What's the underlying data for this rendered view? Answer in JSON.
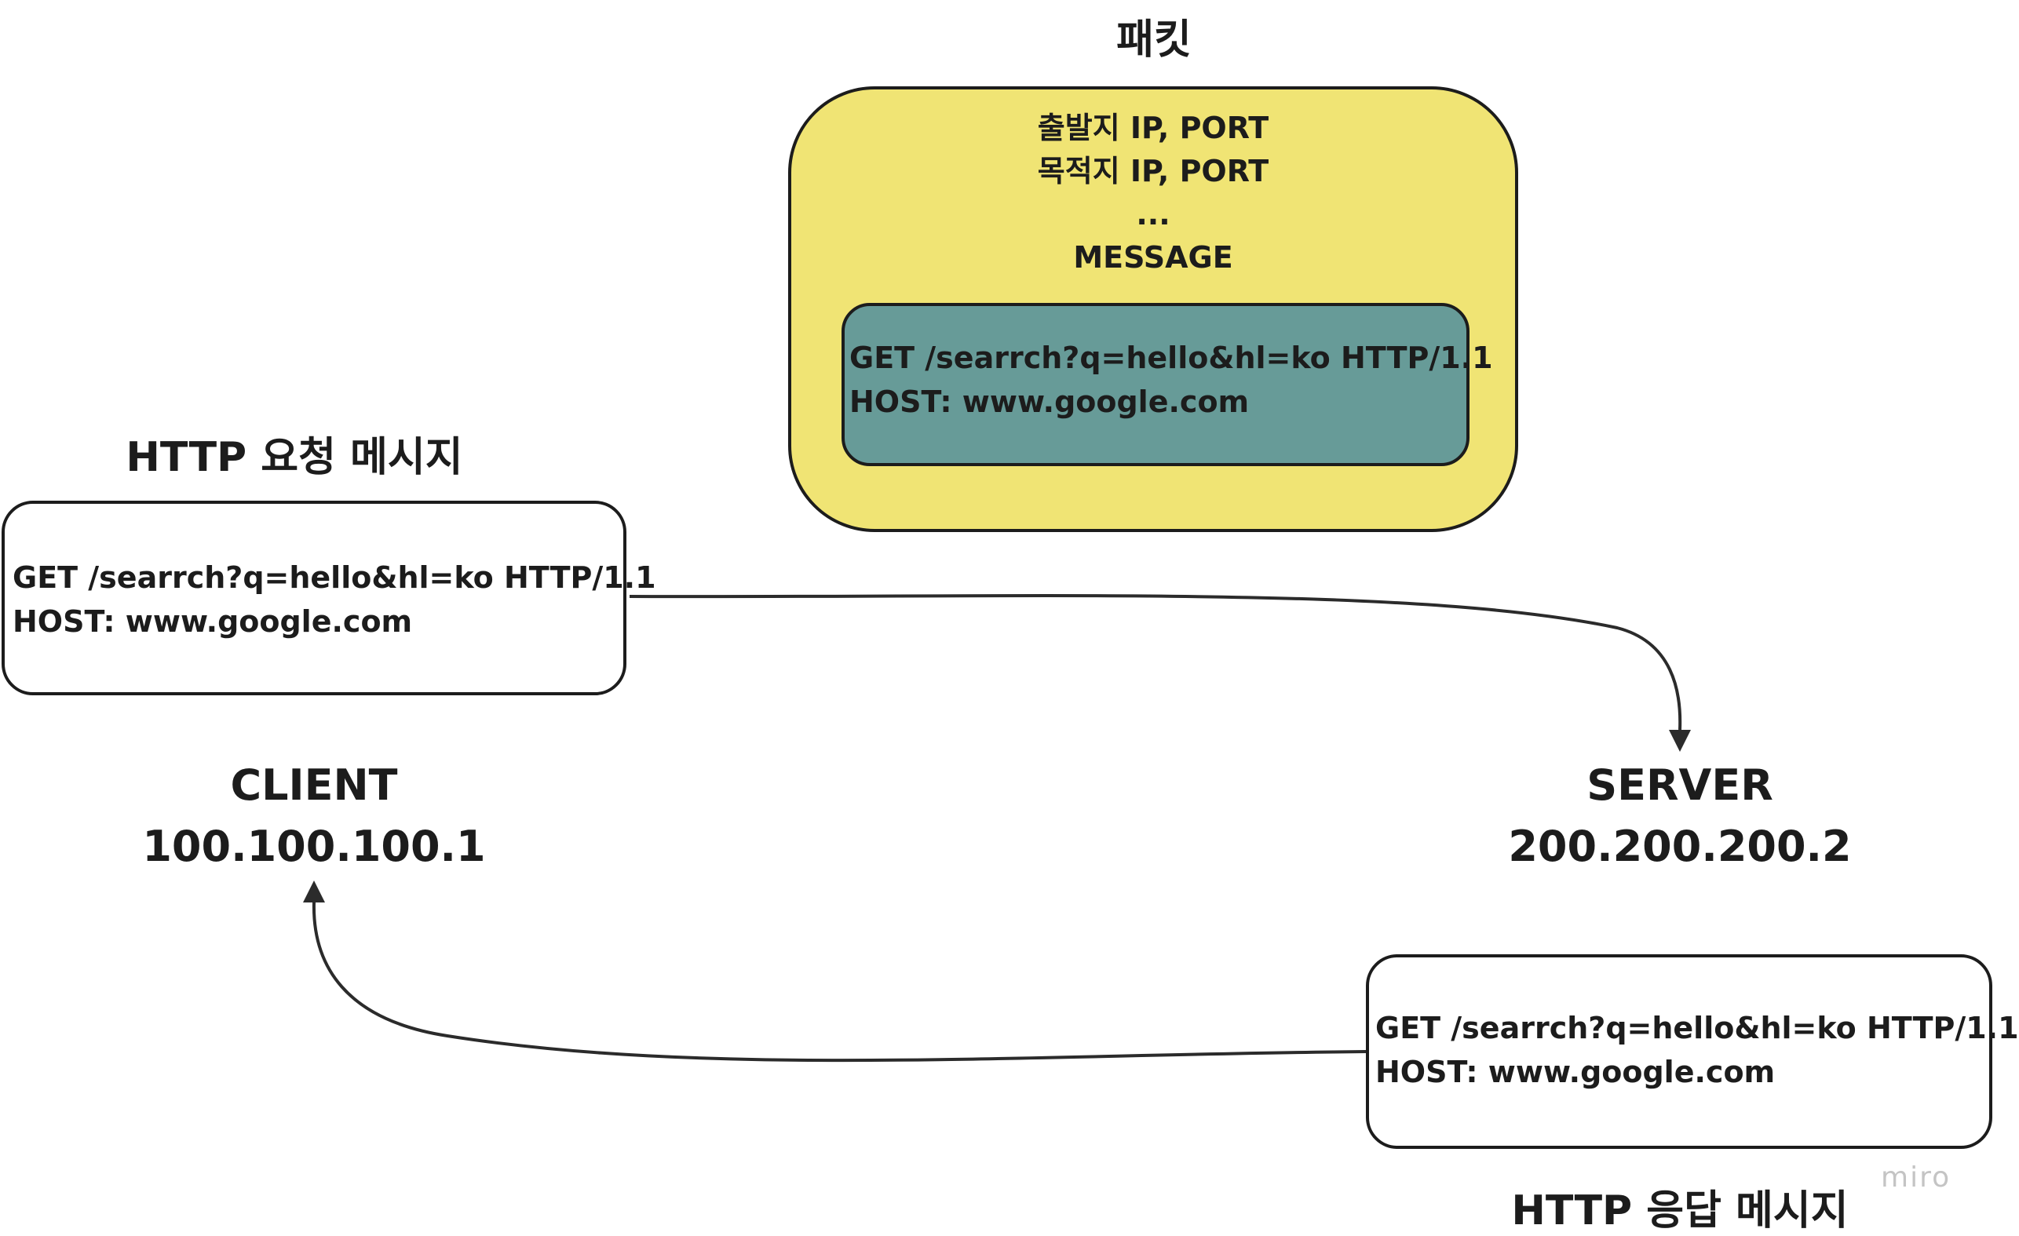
{
  "packet": {
    "title": "패킷",
    "header_lines": [
      "출발지 IP, PORT",
      "목적지 IP, PORT",
      "...",
      "MESSAGE"
    ],
    "message_lines": [
      "GET /searrch?q=hello&hl=ko HTTP/1.1",
      "HOST: www.google.com"
    ],
    "colors": {
      "outer": "#f0e474",
      "inner": "#679b98"
    }
  },
  "request": {
    "title": "HTTP 요청 메시지",
    "lines": [
      "GET /searrch?q=hello&hl=ko HTTP/1.1",
      "HOST: www.google.com"
    ]
  },
  "response": {
    "title": "HTTP 응답 메시지",
    "lines": [
      "GET /searrch?q=hello&hl=ko HTTP/1.1",
      "HOST: www.google.com"
    ]
  },
  "client": {
    "name": "CLIENT",
    "ip": "100.100.100.1"
  },
  "server": {
    "name": "SERVER",
    "ip": "200.200.200.2"
  },
  "watermark": "miro"
}
